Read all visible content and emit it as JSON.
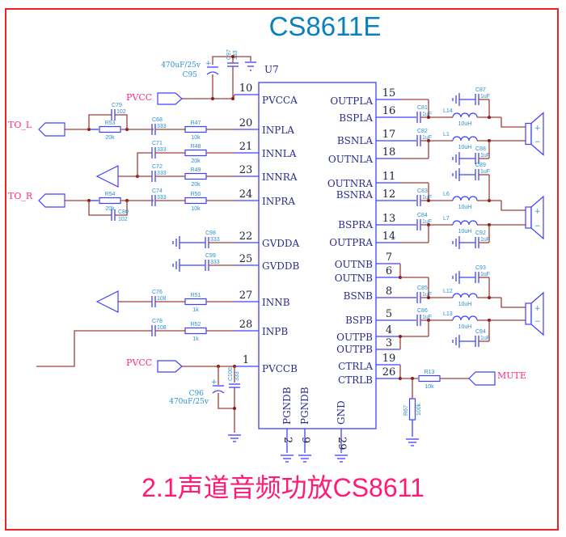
{
  "title": "CS8611E",
  "subtitle": "2.1声道音频功放CS8611",
  "colors": {
    "border": "#ee2222",
    "wire": "#a0403a",
    "symbol": "#4040ff",
    "label": "#2a90d0",
    "net": "#ff2a80",
    "title": "#0a80c0",
    "subtitle": "#ff1a78"
  },
  "ic": {
    "ref": "U7",
    "left_pins": [
      {
        "num": "10",
        "name": "PVCCA"
      },
      {
        "num": "20",
        "name": "INPLA"
      },
      {
        "num": "21",
        "name": "INNLA"
      },
      {
        "num": "23",
        "name": "INNRA"
      },
      {
        "num": "24",
        "name": "INPRA"
      },
      {
        "num": "22",
        "name": "GVDDA"
      },
      {
        "num": "25",
        "name": "GVDDB"
      },
      {
        "num": "27",
        "name": "INNB"
      },
      {
        "num": "28",
        "name": "INPB"
      },
      {
        "num": "1",
        "name": "PVCCB"
      }
    ],
    "right_pins": [
      {
        "num": "15",
        "name": "OUTPLA"
      },
      {
        "num": "16",
        "name": "BSPLA"
      },
      {
        "num": "17",
        "name": "BSNLA"
      },
      {
        "num": "18",
        "name": "OUTNLA"
      },
      {
        "num": "11",
        "name": "OUTNRA"
      },
      {
        "num": "12",
        "name": "BSNRA"
      },
      {
        "num": "13",
        "name": "BSPRA"
      },
      {
        "num": "14",
        "name": "OUTPRA"
      },
      {
        "num": "7",
        "name": "OUTNB"
      },
      {
        "num": "6",
        "name": "OUTNB"
      },
      {
        "num": "8",
        "name": "BSNB"
      },
      {
        "num": "5",
        "name": "BSPB"
      },
      {
        "num": "4",
        "name": "OUTPB"
      },
      {
        "num": "3",
        "name": "OUTPB"
      },
      {
        "num": "19",
        "name": "CTRLA"
      },
      {
        "num": "26",
        "name": "CTRLB"
      }
    ],
    "bottom_pins": [
      {
        "num": "2",
        "name": "PGNDB"
      },
      {
        "num": "9",
        "name": "PGNDB"
      },
      {
        "num": "29",
        "name": "GND"
      }
    ]
  },
  "nets": {
    "pvcc_top": "PVCC",
    "pvcc_bottom": "PVCC",
    "to_l": "TO_L",
    "to_r": "TO_R",
    "mute": "MUTE"
  },
  "components": {
    "C95": {
      "ref": "C95",
      "value": "470uF/25v"
    },
    "C97": {
      "ref": "C97",
      "value": "333"
    },
    "C79": {
      "ref": "C79",
      "value": "102"
    },
    "R53": {
      "ref": "R53",
      "value": "20k"
    },
    "C68": {
      "ref": "C68",
      "value": "333"
    },
    "R47": {
      "ref": "R47",
      "value": "10k"
    },
    "C71": {
      "ref": "C71",
      "value": "333"
    },
    "R48": {
      "ref": "R48",
      "value": "20k"
    },
    "C72": {
      "ref": "C72",
      "value": "333"
    },
    "R49": {
      "ref": "R49",
      "value": "20k"
    },
    "R54": {
      "ref": "R54",
      "value": "20k"
    },
    "C80": {
      "ref": "C80",
      "value": "102"
    },
    "C74": {
      "ref": "C74",
      "value": "333"
    },
    "R50": {
      "ref": "R50",
      "value": "10k"
    },
    "C98": {
      "ref": "C98",
      "value": "333"
    },
    "C99": {
      "ref": "C99",
      "value": "333"
    },
    "C76": {
      "ref": "C76",
      "value": "108"
    },
    "R51": {
      "ref": "R51",
      "value": "1k"
    },
    "C78": {
      "ref": "C78",
      "value": "108"
    },
    "R52": {
      "ref": "R52",
      "value": "1k"
    },
    "C96": {
      "ref": "C96",
      "value": "470uF/25v"
    },
    "C100": {
      "ref": "C100",
      "value": "333"
    },
    "C87": {
      "ref": "C87",
      "value": "1uF"
    },
    "C81": {
      "ref": "C81",
      "value": "1uF"
    },
    "L14": {
      "ref": "L14",
      "value": "10uH"
    },
    "C82": {
      "ref": "C82",
      "value": "1uF"
    },
    "L1": {
      "ref": "L1",
      "value": "10uH"
    },
    "C88": {
      "ref": "C88",
      "value": "1uF"
    },
    "C89": {
      "ref": "C89",
      "value": "1uF"
    },
    "C83": {
      "ref": "C83",
      "value": "1uF"
    },
    "L6": {
      "ref": "L6",
      "value": "10uH"
    },
    "C84": {
      "ref": "C84",
      "value": "1uF"
    },
    "L7": {
      "ref": "L7",
      "value": "10uH"
    },
    "C92": {
      "ref": "C92",
      "value": "1uF"
    },
    "C93": {
      "ref": "C93",
      "value": "1uF"
    },
    "C85": {
      "ref": "C85",
      "value": "1uF"
    },
    "L12": {
      "ref": "L12",
      "value": "10uH"
    },
    "C86": {
      "ref": "C86",
      "value": "1uF"
    },
    "L13": {
      "ref": "L13",
      "value": "10uH"
    },
    "C94": {
      "ref": "C94",
      "value": "1uF"
    },
    "R13": {
      "ref": "R13",
      "value": "10k"
    },
    "R67": {
      "ref": "R67",
      "value": "100k"
    }
  },
  "speaker_marks": {
    "plus": "+",
    "minus": "−"
  }
}
